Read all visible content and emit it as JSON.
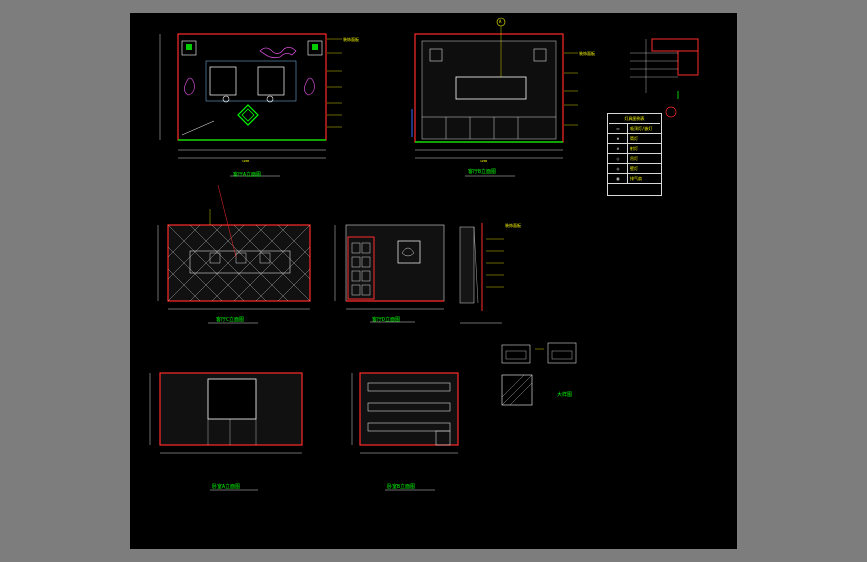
{
  "sheet": {
    "view_titles": [
      "客厅A立面图",
      "客厅B立面图",
      "客厅C立面图",
      "客厅D立面图",
      "卧室A立面图",
      "卧室B立面图",
      "大样图"
    ],
    "callout_marks": [
      "A"
    ],
    "legend": {
      "title": "灯具图例表",
      "rows": [
        {
          "symbol": "▭",
          "text": "吸顶灯/嵌灯"
        },
        {
          "symbol": "⊕",
          "text": "筒灯"
        },
        {
          "symbol": "⊙",
          "text": "射灯"
        },
        {
          "symbol": "○",
          "text": "吊灯"
        },
        {
          "symbol": "◎",
          "text": "壁灯"
        },
        {
          "symbol": "▣",
          "text": "排气扇"
        }
      ]
    },
    "note_label": "装饰面板",
    "dimension_label": "1200"
  },
  "colors": {
    "background": "#000000",
    "frame": "#7d7d7d",
    "wall_outline": "#ff2a2a",
    "annotation": "#ffff00",
    "title": "#00ff00",
    "linework": "#d8d8d8",
    "accent_blue": "#3a6bff",
    "accent_magenta": "#d04bd0"
  }
}
